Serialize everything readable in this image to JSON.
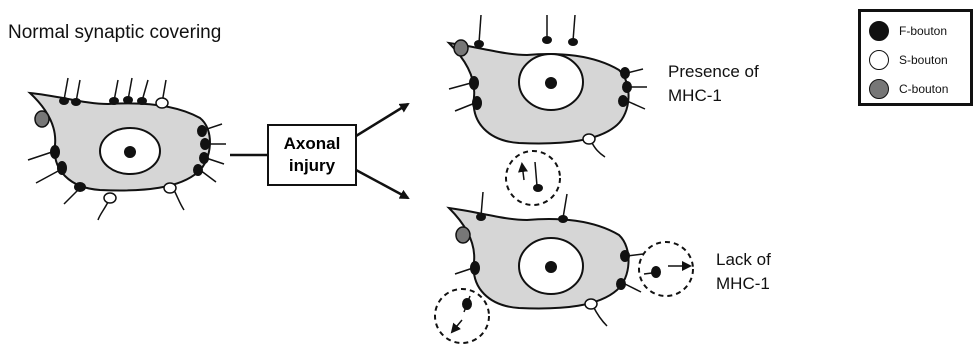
{
  "title": "Normal synaptic covering",
  "injury_label": [
    "Axonal",
    "injury"
  ],
  "conditions": {
    "presence": [
      "Presence of",
      "MHC-1"
    ],
    "lack": [
      "Lack of",
      "MHC-1"
    ]
  },
  "legend": [
    {
      "label": "F-bouton",
      "color": "#111111"
    },
    {
      "label": "S-bouton",
      "color": "#ffffff"
    },
    {
      "label": "C-bouton",
      "color": "#777777"
    }
  ],
  "colors": {
    "soma": "#d6d6d6",
    "outline": "#111111"
  }
}
